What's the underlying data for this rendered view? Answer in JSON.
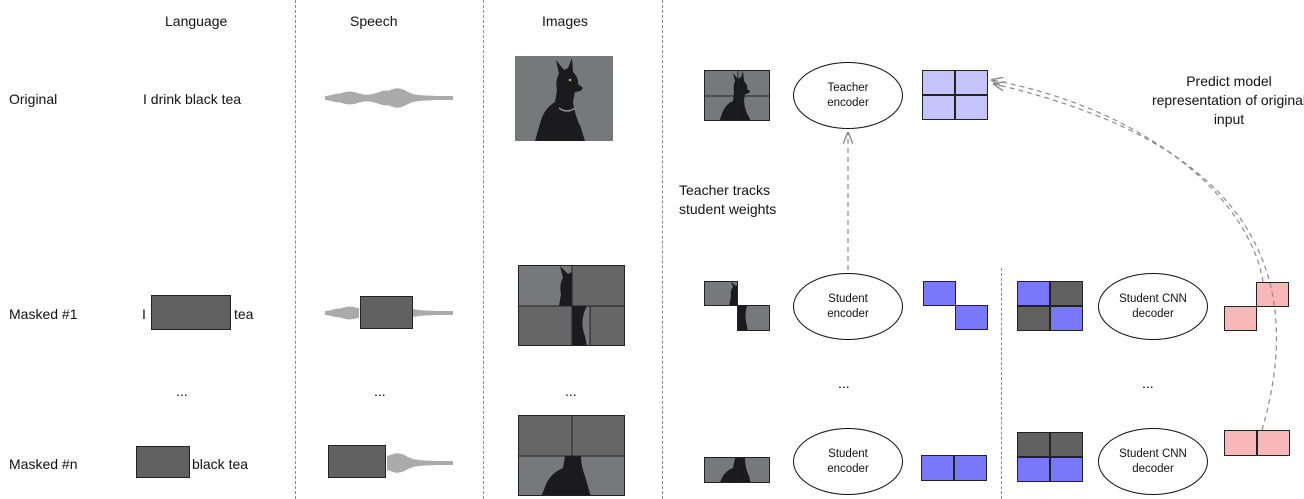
{
  "columns": {
    "language": "Language",
    "speech": "Speech",
    "images": "Images"
  },
  "rows": {
    "original": "Original",
    "masked_1": "Masked #1",
    "masked_n": "Masked #n"
  },
  "language_examples": {
    "original": "I drink black tea",
    "masked_1_prefix": "I",
    "masked_1_suffix": "tea",
    "masked_n_suffix": "black tea"
  },
  "ellipsis": "...",
  "nodes": {
    "teacher_encoder": "Teacher encoder",
    "student_encoder_1": "Student encoder",
    "student_encoder_n": "Student encoder",
    "student_cnn_decoder_1": "Student CNN decoder",
    "student_cnn_decoder_n": "Student CNN decoder"
  },
  "annotations": {
    "teacher_tracks": "Teacher tracks student weights",
    "predict": "Predict model representation of original input"
  },
  "colors": {
    "teacher_repr": "#c4c3fb",
    "student_repr": "#7a78fa",
    "prediction": "#f8b8b8",
    "mask": "#616161",
    "dashed": "#8a8a8a"
  }
}
